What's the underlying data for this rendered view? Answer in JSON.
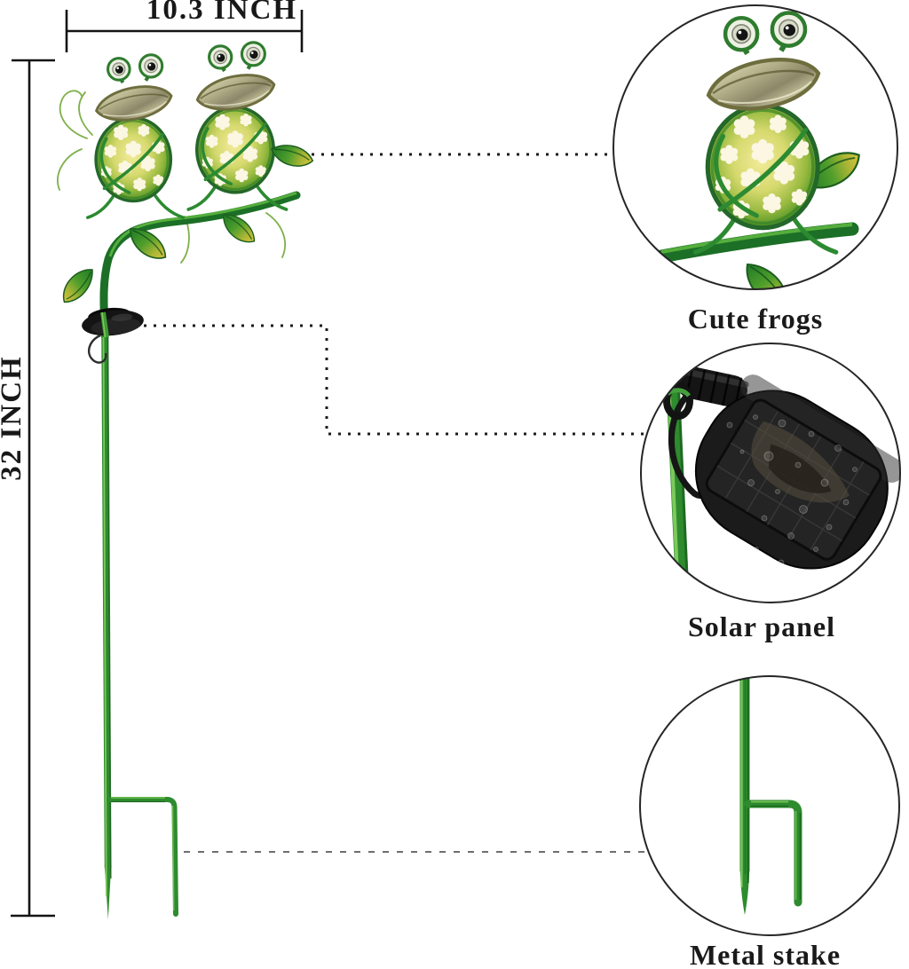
{
  "annotations": {
    "width": {
      "label": "10.3 INCH"
    },
    "height": {
      "label": "32 INCH"
    }
  },
  "callouts": [
    {
      "id": "cute-frogs",
      "label": "Cute frogs"
    },
    {
      "id": "solar-panel",
      "label": "Solar panel"
    },
    {
      "id": "metal-stake",
      "label": "Metal stake"
    }
  ],
  "colors": {
    "background": "#ffffff",
    "text": "#1a1a1a",
    "dimension_line": "#141414",
    "connector_dots": "#1c1c1c",
    "connector_dash_light": "#6e6e6e",
    "stake_green": "#2e8b2e",
    "branch_green": "#1c6f26",
    "highlight_green": "#86cf61",
    "leaf_gold": "#d9c43e",
    "frog_body_yellow": "#f2eb9a",
    "mouth_brass": "#b4b08a",
    "panel_black": "#1b1b1b"
  }
}
